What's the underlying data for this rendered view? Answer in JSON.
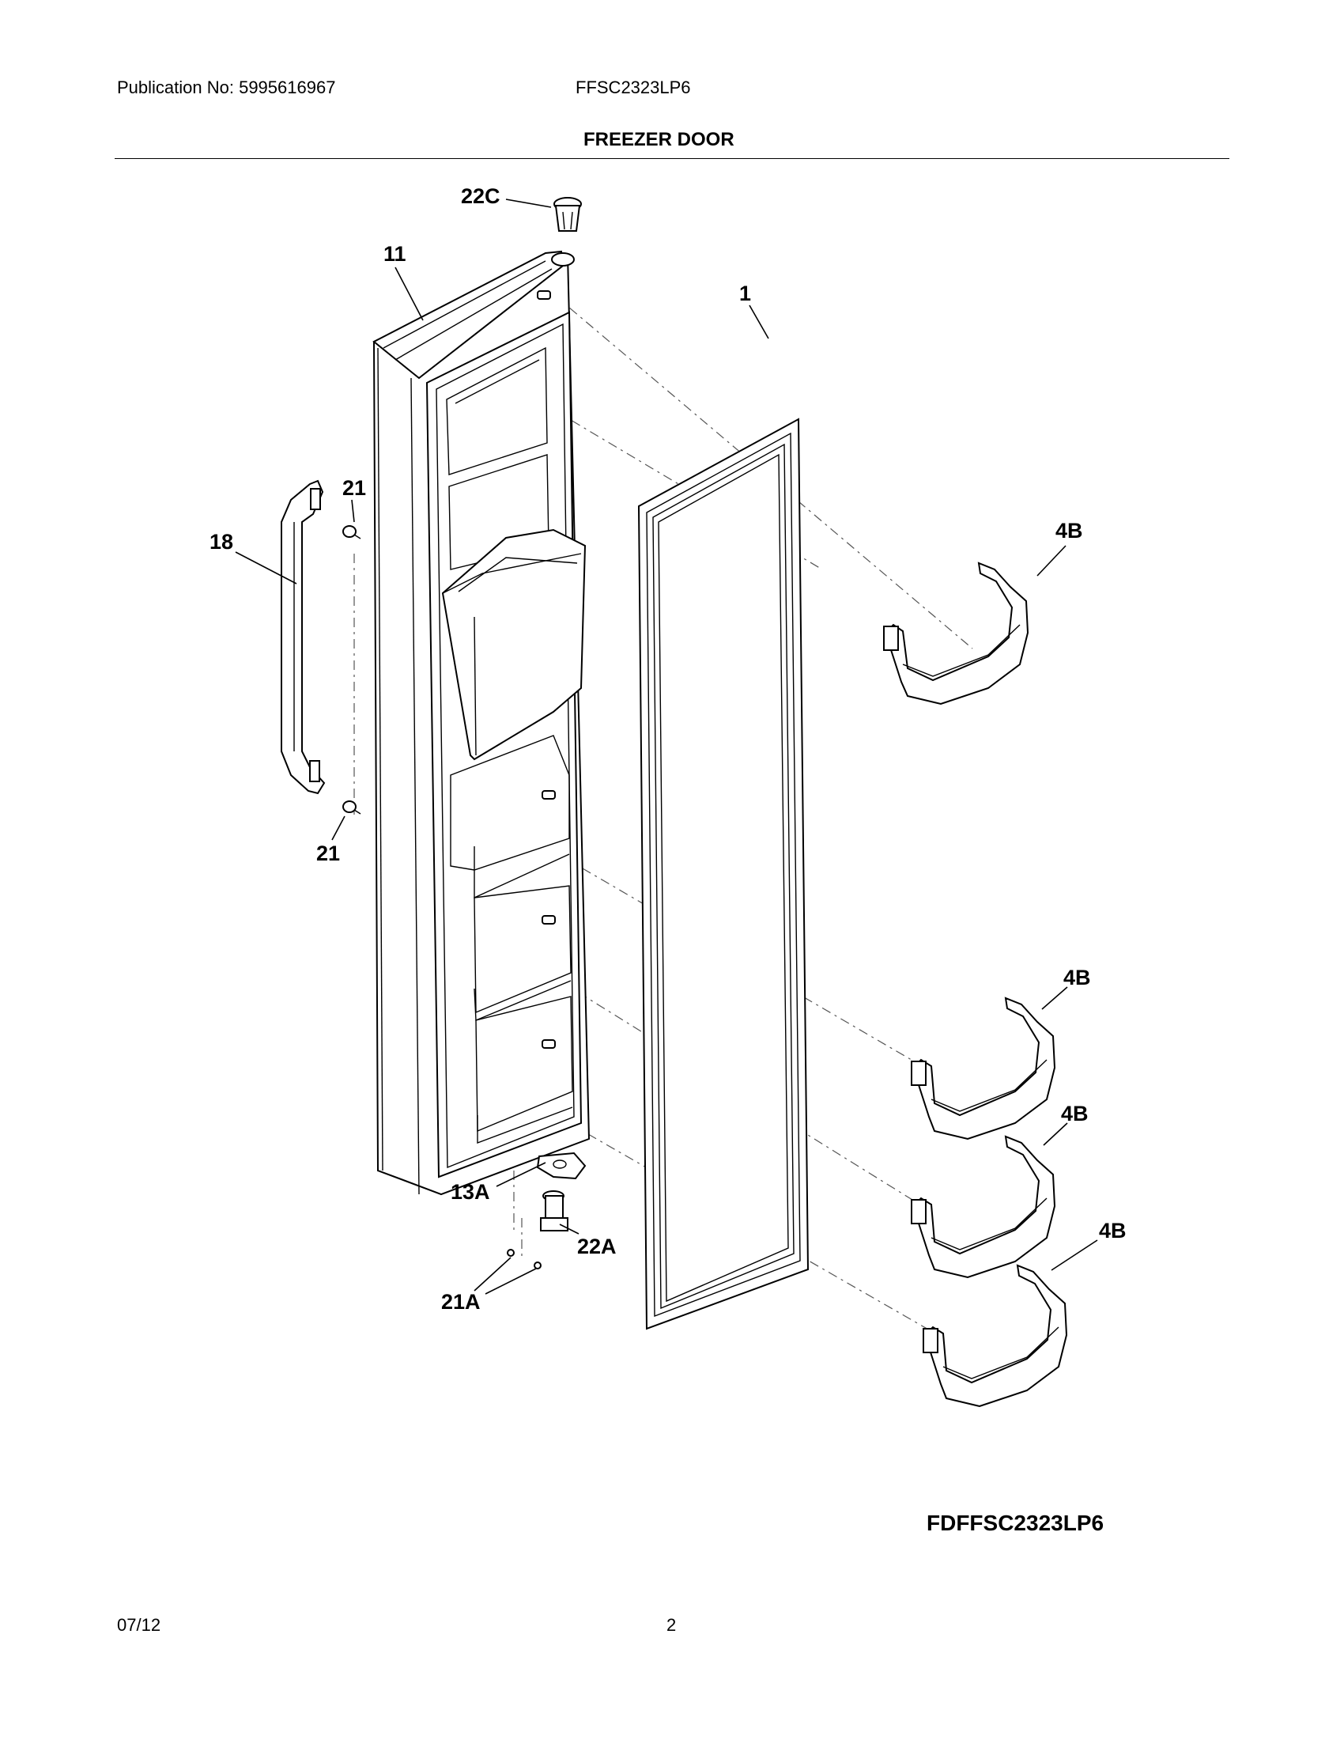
{
  "header": {
    "publication": "Publication No: 5995616967",
    "model": "FFSC2323LP6",
    "section_title": "FREEZER DOOR"
  },
  "callouts": {
    "c22C": "22C",
    "c11": "11",
    "c1": "1",
    "c21_top": "21",
    "c18": "18",
    "c4B_top": "4B",
    "c21_bottom": "21",
    "c4B_2": "4B",
    "c4B_3": "4B",
    "c4B_4": "4B",
    "c13A": "13A",
    "c22A": "22A",
    "c21A": "21A"
  },
  "diagram_code": "FDFFSC2323LP6",
  "footer": {
    "date": "07/12",
    "page": "2"
  }
}
